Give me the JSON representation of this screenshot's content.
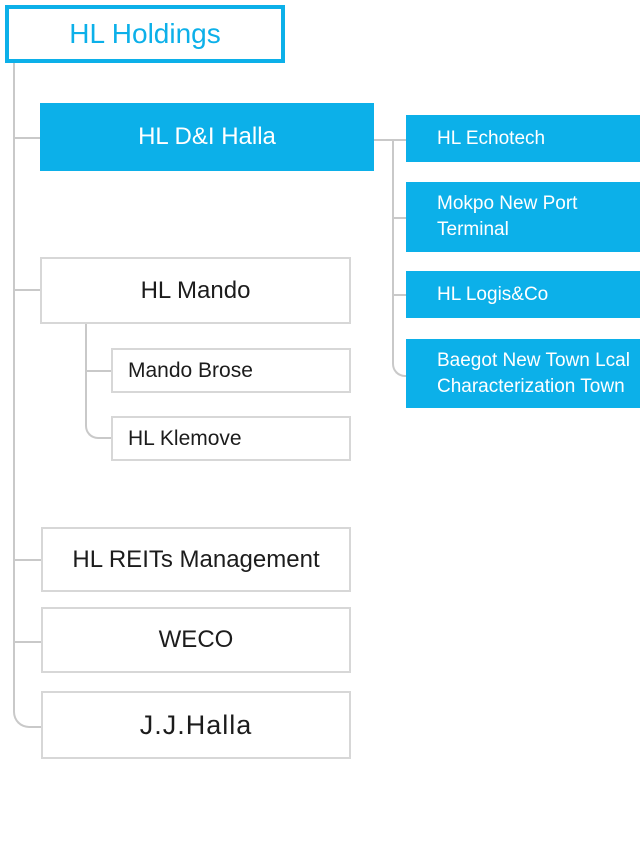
{
  "palette": {
    "blue": "#0cb0e9",
    "line": "#c9c9c9",
    "box_border": "#d7d7d7",
    "ink": "#1c1c1c"
  },
  "chart": {
    "root": {
      "label": "HL Holdings"
    },
    "level1": [
      {
        "label": "HL D&I Halla"
      },
      {
        "label": "HL Mando"
      },
      {
        "label": "HL REITs Management"
      },
      {
        "label": "WECO"
      },
      {
        "label": "J.J.Halla"
      }
    ],
    "dni_children": [
      {
        "label": "HL Echotech"
      },
      {
        "label": "Mokpo New Port Terminal"
      },
      {
        "label": "HL Logis&Co"
      },
      {
        "label": "Baegot New Town Lcal Characterization Town"
      }
    ],
    "mando_children": [
      {
        "label": "Mando Brose"
      },
      {
        "label": "HL Klemove"
      }
    ]
  }
}
